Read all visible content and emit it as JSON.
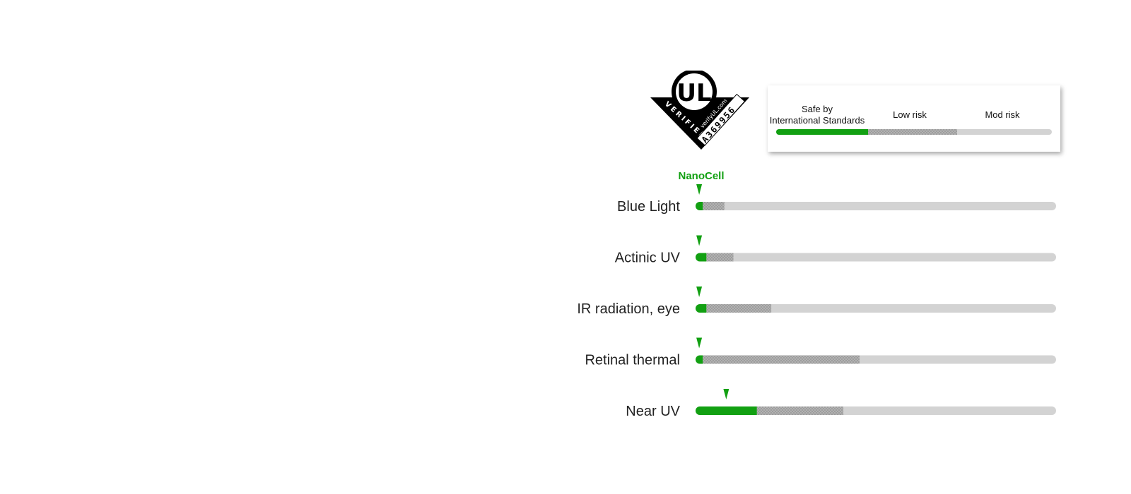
{
  "badge": {
    "text": "UL",
    "verified": "VERIFIED",
    "site": "verifyUL.com",
    "code": "A369956"
  },
  "legend": {
    "safe_line1": "Safe by",
    "safe_line2": "International Standards",
    "low": "Low risk",
    "mod": "Mod risk",
    "colors": {
      "safe": "#12a012",
      "low": "#9a9a9a",
      "mod": "#d3d3d3"
    }
  },
  "chart_data": {
    "type": "bar",
    "series_marker_label": "NanoCell",
    "categories": [
      "Blue Light",
      "Actinic UV",
      "IR radiation, eye",
      "Retinal thermal",
      "Near UV"
    ],
    "safe_limit": [
      2,
      3,
      3,
      2,
      17
    ],
    "low_risk_limit": [
      8,
      10.5,
      21,
      45.5,
      41
    ],
    "marker": [
      1,
      1,
      1,
      1,
      8.5
    ],
    "xlim": [
      0,
      100
    ]
  }
}
